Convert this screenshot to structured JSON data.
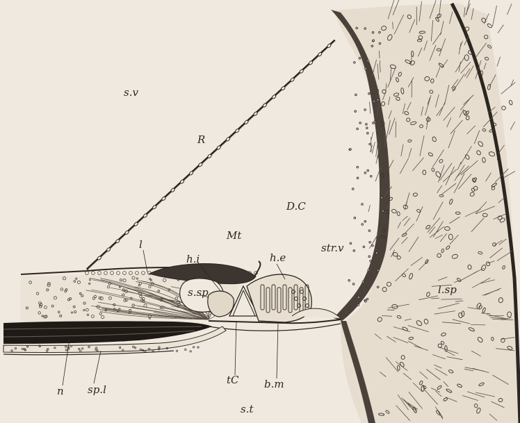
{
  "figure": {
    "labels": {
      "sv": "s.v",
      "R": "R",
      "DC": "D.C",
      "strv": "str.v",
      "Mt": "Mt",
      "l": "l",
      "hi": "h.i",
      "he": "h.e",
      "ssp": "s.sp",
      "lsp": "l.sp",
      "tC": "tC",
      "bm": "b.m",
      "n": "n",
      "spl": "sp.l",
      "st": "s.t"
    },
    "colors": {
      "paper": "#efe9df",
      "ink": "#2b2620",
      "dark_tissue": "#4a423a",
      "nerve": "#1f1a16"
    }
  }
}
